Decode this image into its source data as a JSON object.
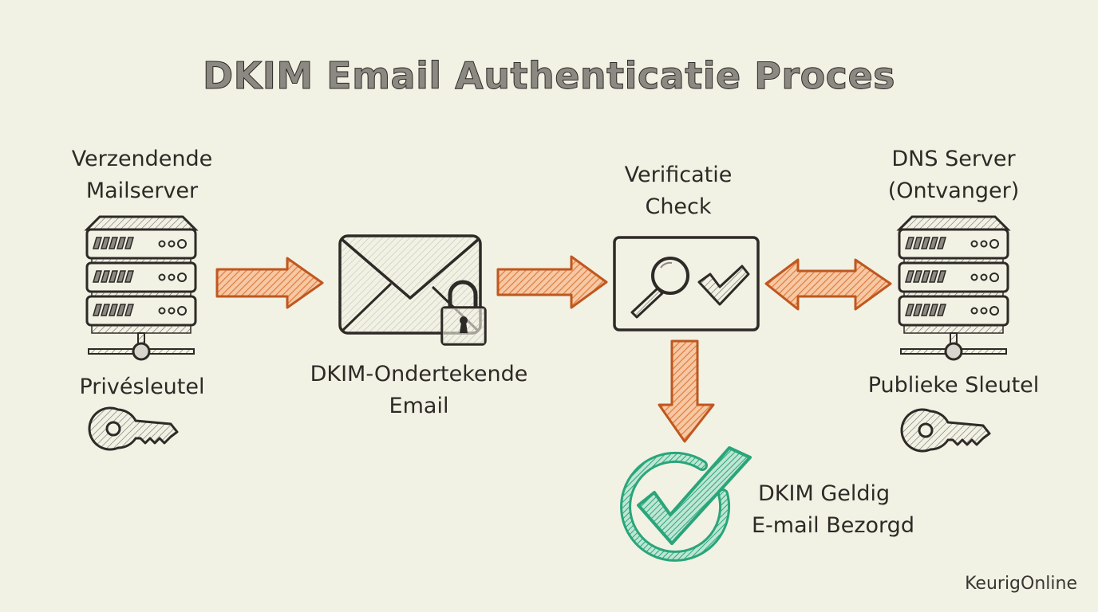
{
  "title": "DKIM Email Authenticatie Proces",
  "nodes": {
    "sender": {
      "label_line1": "Verzendende",
      "label_line2": "Mailserver",
      "icon": "server-stack-icon"
    },
    "private_key": {
      "label": "Privésleutel",
      "icon": "key-icon"
    },
    "signed_email": {
      "label_line1": "DKIM-Ondertekende",
      "label_line2": "Email",
      "icon": "envelope-lock-icon"
    },
    "verification": {
      "label_line1": "Verificatie",
      "label_line2": "Check",
      "icon": "magnifier-check-icon"
    },
    "dns_server": {
      "label_line1": "DNS Server",
      "label_line2": "(Ontvanger)",
      "icon": "server-stack-icon"
    },
    "public_key": {
      "label": "Publieke Sleutel",
      "icon": "key-icon"
    },
    "result": {
      "label_line1": "DKIM Geldig",
      "label_line2": "E-mail Bezorgd",
      "icon": "green-check-circle-icon"
    }
  },
  "edges": [
    {
      "from": "sender",
      "to": "signed_email",
      "type": "arrow-right"
    },
    {
      "from": "signed_email",
      "to": "verification",
      "type": "arrow-right"
    },
    {
      "from": "verification",
      "to": "dns_server",
      "type": "arrow-bidirectional"
    },
    {
      "from": "verification",
      "to": "result",
      "type": "arrow-down"
    }
  ],
  "colors": {
    "arrow": "#e07a3c",
    "arrow_stroke": "#c0571f",
    "success": "#2aa57a",
    "ink": "#2e2a27",
    "background": "#f1f2e4"
  },
  "watermark": "KeurigOnline"
}
